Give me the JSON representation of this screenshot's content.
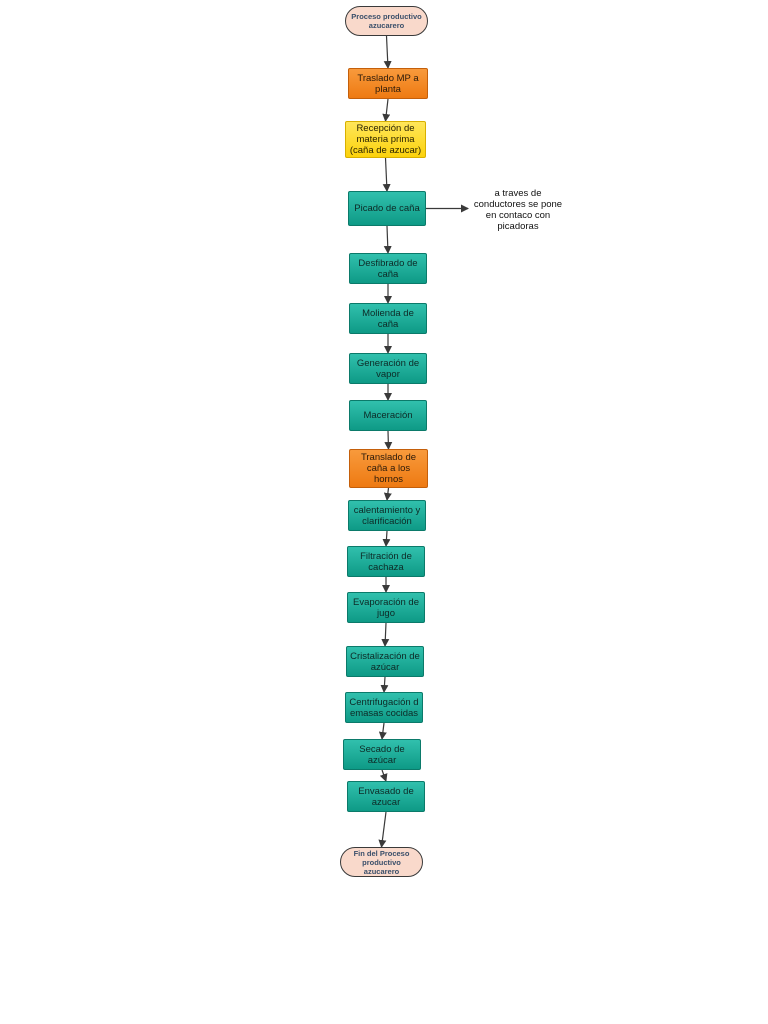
{
  "nodes": [
    {
      "id": "start",
      "text": "Proceso productivo\nazucarero",
      "kind": "terminal"
    },
    {
      "id": "traslado-mp",
      "text": "Traslado MP a\nplanta",
      "kind": "orange"
    },
    {
      "id": "recepcion",
      "text": "Recepción de\nmateria prima\n(caña de azucar)",
      "kind": "yellow"
    },
    {
      "id": "picado",
      "text": "Picado de caña",
      "kind": "teal"
    },
    {
      "id": "desfibrado",
      "text": "Desfibrado de\ncaña",
      "kind": "teal"
    },
    {
      "id": "molienda",
      "text": "Molienda de\ncaña",
      "kind": "teal"
    },
    {
      "id": "generacion",
      "text": "Generación de\nvapor",
      "kind": "teal"
    },
    {
      "id": "maceracion",
      "text": "Maceración",
      "kind": "teal"
    },
    {
      "id": "translado-hornos",
      "text": "Translado de\ncaña a los\nhornos",
      "kind": "orange"
    },
    {
      "id": "calentamiento",
      "text": "calentamiento y\nclarificación",
      "kind": "teal"
    },
    {
      "id": "filtracion",
      "text": "Filtración de\ncachaza",
      "kind": "teal"
    },
    {
      "id": "evaporacion",
      "text": "Evaporación de\njugo",
      "kind": "teal"
    },
    {
      "id": "cristalizacion",
      "text": "Cristalización de\nazúcar",
      "kind": "teal"
    },
    {
      "id": "centrifugacion",
      "text": "Centrifugación d\nemasas cocidas",
      "kind": "teal"
    },
    {
      "id": "secado",
      "text": "Secado de\nazúcar",
      "kind": "teal"
    },
    {
      "id": "envasado",
      "text": "Envasado de\nazucar",
      "kind": "teal"
    },
    {
      "id": "end",
      "text": "Fin del Proceso\nproductivo azucarero",
      "kind": "terminal"
    }
  ],
  "note": {
    "text": "a traves de\nconductores se pone\nen contaco con\npicadoras"
  },
  "colors": {
    "terminal": "#f9d9cb",
    "orange": "#ee7a12",
    "yellow": "#fcd20c",
    "teal": "#1aa894",
    "arrow": "#3a3a3a"
  }
}
